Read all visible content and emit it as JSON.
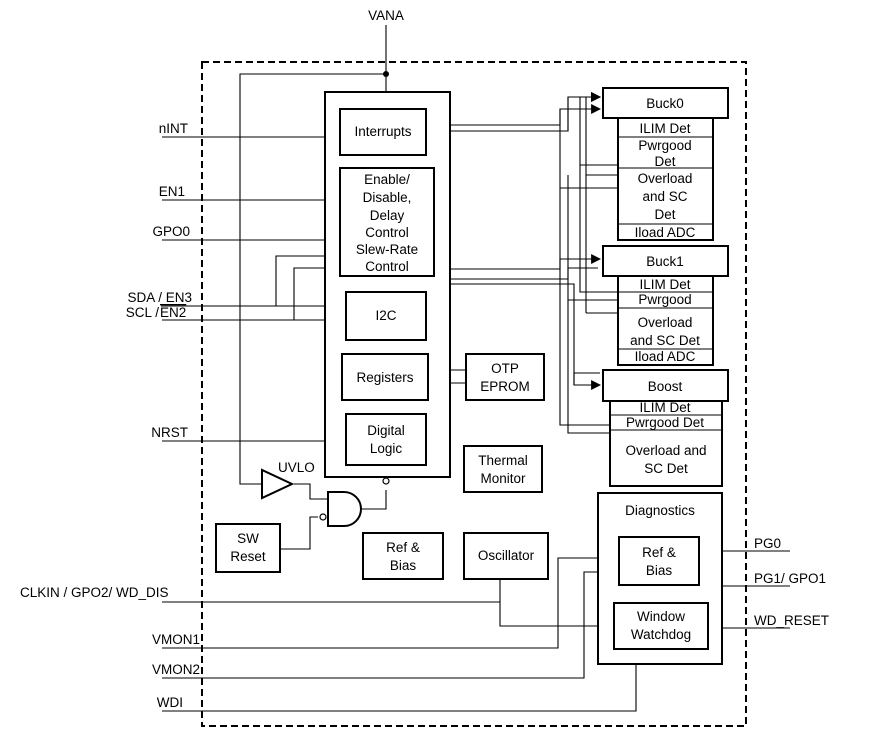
{
  "pins": {
    "vana": "VANA",
    "nint": "nINT",
    "en1": "EN1",
    "gpo0": "GPO0",
    "sda": "SDA / EN3",
    "scl": "SCL / ",
    "scl_en2": "EN2",
    "nrst": "NRST",
    "clkin": "CLKIN / GPO2/ WD_DIS",
    "vmon1": "VMON1",
    "vmon2": "VMON2",
    "wdi": "WDI",
    "pg0": "PG0",
    "pg1": "PG1/ GPO1",
    "wd_reset": "WD_RESET"
  },
  "blocks": {
    "interrupts": "Interrupts",
    "enable_lines": [
      "Enable/",
      "Disable,",
      "Delay",
      "Control",
      "Slew-Rate",
      "Control"
    ],
    "i2c": "I2C",
    "registers": "Registers",
    "otp_lines": [
      "OTP",
      "EPROM"
    ],
    "digital_logic_lines": [
      "Digital",
      "Logic"
    ],
    "thermal_lines": [
      "Thermal",
      "Monitor"
    ],
    "uvlo": "UVLO",
    "sw_reset_lines": [
      "SW",
      "Reset"
    ],
    "ref_bias_lines": [
      "Ref &",
      "Bias"
    ],
    "oscillator": "Oscillator",
    "diagnostics": "Diagnostics",
    "diag_ref_bias_lines": [
      "Ref &",
      "Bias"
    ],
    "watchdog_lines": [
      "Window",
      "Watchdog"
    ]
  },
  "buck0": {
    "title": "Buck0",
    "ilim": "ILIM Det",
    "pwrgood_lines": [
      "Pwrgood",
      "Det"
    ],
    "overload_lines": [
      "Overload",
      "and SC",
      "Det"
    ],
    "iload": "Iload ADC"
  },
  "buck1": {
    "title": "Buck1",
    "ilim": "ILIM Det",
    "pwrgood": "Pwrgood",
    "overload_lines": [
      "Overload",
      "and SC Det"
    ],
    "iload": "Iload ADC"
  },
  "boost": {
    "title": "Boost",
    "ilim": "ILIM Det",
    "pwrgood": "Pwrgood Det",
    "overload_lines": [
      "Overload and",
      "SC Det"
    ]
  }
}
